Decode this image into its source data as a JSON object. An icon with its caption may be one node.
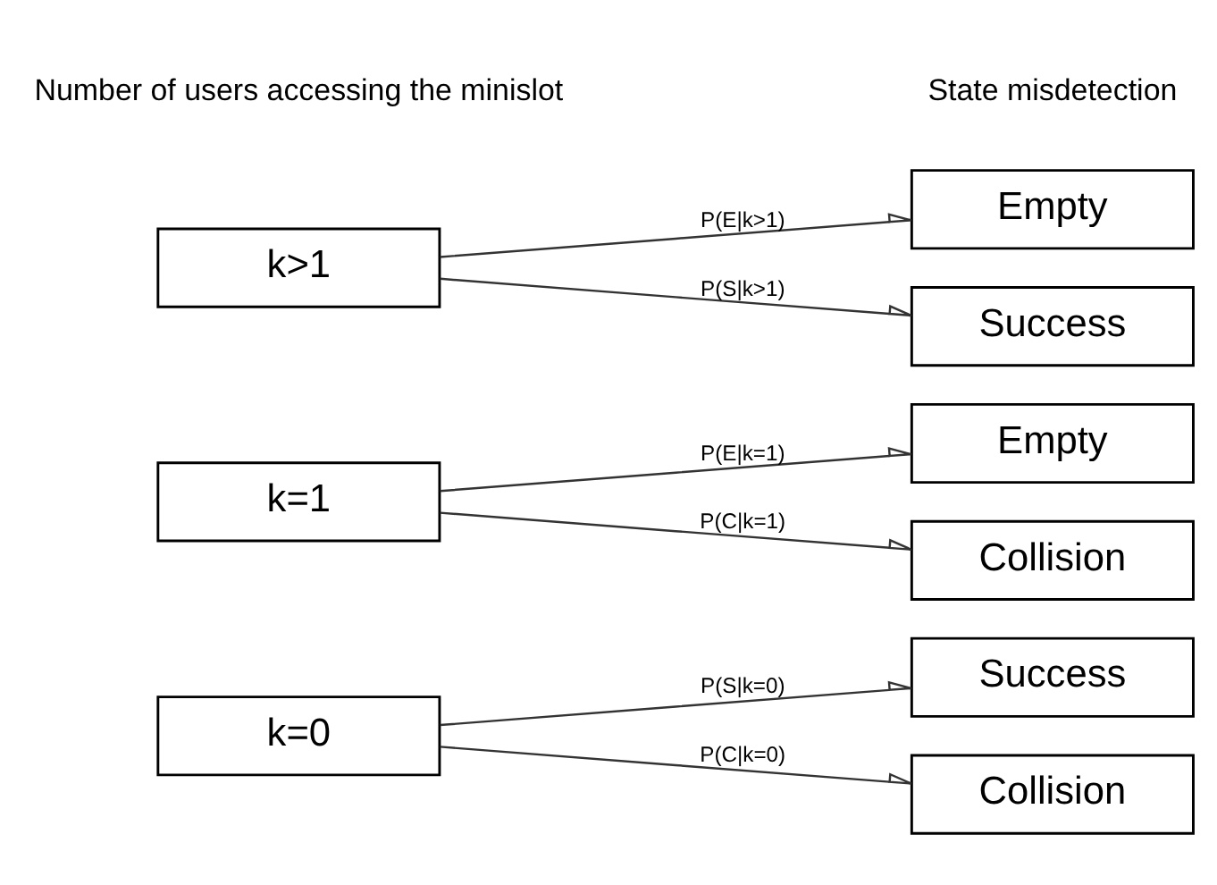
{
  "diagram": {
    "nodes": [
      {
        "text": [
          "k=0"
        ]
      },
      {
        "text": [
          "Success"
        ]
      },
      {
        "text": [
          "Collision"
        ]
      },
      {
        "text": [
          "k=1"
        ]
      },
      {
        "text": [
          "Empty"
        ]
      },
      {
        "text": [
          "Collision"
        ]
      },
      {
        "text": [
          "k>1"
        ]
      },
      {
        "text": [
          "Empty"
        ]
      },
      {
        "text": [
          "Success"
        ]
      }
    ],
    "edges": [
      {
        "from": 0,
        "to": 1,
        "arrow": "to",
        "label": "P(S|k=0)"
      },
      {
        "from": 0,
        "to": 2,
        "arrow": "to",
        "label": "P(C|k=0)"
      },
      {
        "from": 3,
        "to": 4,
        "arrow": "to",
        "label": "P(E|k=1)"
      },
      {
        "from": 3,
        "to": 5,
        "arrow": "to",
        "label": "P(C|k=1)"
      },
      {
        "from": 6,
        "to": 7,
        "arrow": "to",
        "label": "P(E|k>1)"
      },
      {
        "from": 6,
        "to": 8,
        "arrow": "to",
        "label": "P(S|k>1)"
      }
    ],
    "labels": [
      "Number of users accessing the minislot",
      "State misdetection"
    ]
  }
}
